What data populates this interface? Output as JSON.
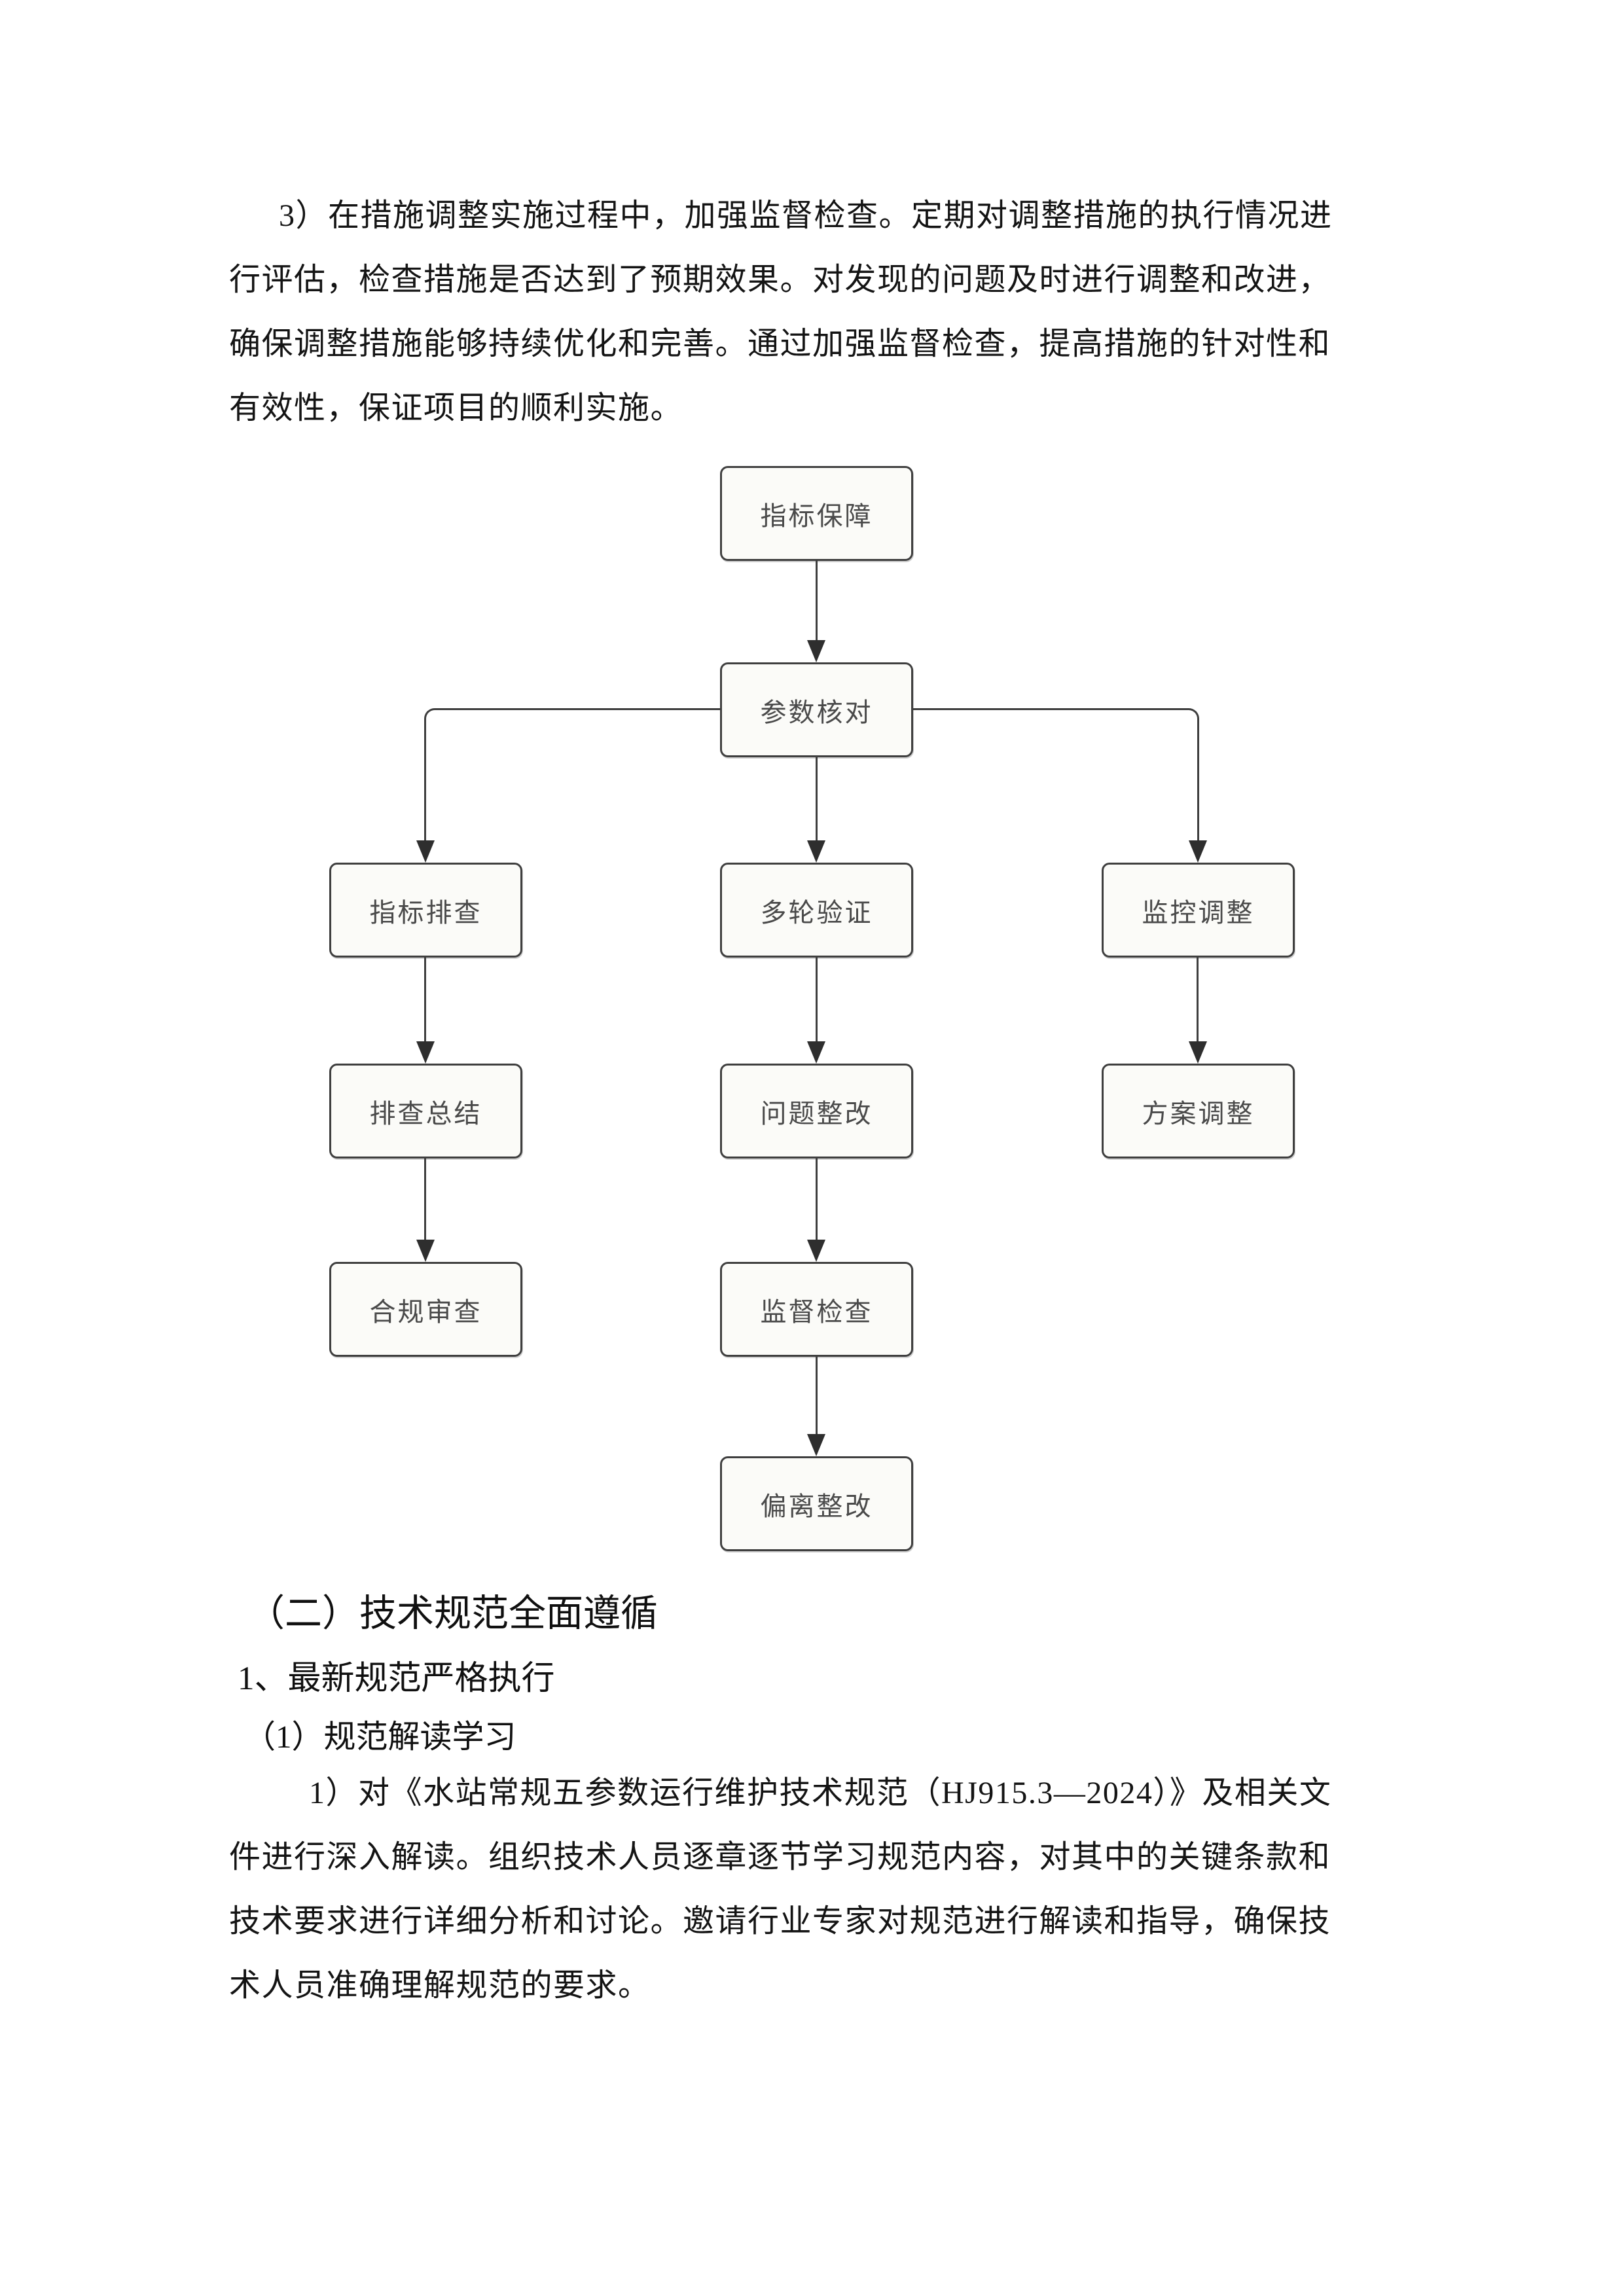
{
  "document": {
    "paragraph_top": {
      "lines": [
        "3）在措施调整实施过程中，加强监督检查。定期对调整措施的执行情况进",
        "行评估，检查措施是否达到了预期效果。对发现的问题及时进行调整和改进，",
        "确保调整措施能够持续优化和完善。通过加强监督检查，提高措施的针对性和",
        "有效性，保证项目的顺利实施。"
      ]
    },
    "flowchart": {
      "nodes": [
        {
          "label": "指标保障"
        },
        {
          "label": "参数核对"
        },
        {
          "label": "指标排查"
        },
        {
          "label": "多轮验证"
        },
        {
          "label": "监控调整"
        },
        {
          "label": "排查总结"
        },
        {
          "label": "问题整改"
        },
        {
          "label": "方案调整"
        },
        {
          "label": "合规审查"
        },
        {
          "label": "监督检查"
        },
        {
          "label": "偏离整改"
        }
      ],
      "edges": [
        {
          "from": "指标保障",
          "to": "参数核对"
        },
        {
          "from": "参数核对",
          "to": "指标排查"
        },
        {
          "from": "参数核对",
          "to": "多轮验证"
        },
        {
          "from": "参数核对",
          "to": "监控调整"
        },
        {
          "from": "指标排查",
          "to": "排查总结"
        },
        {
          "from": "排查总结",
          "to": "合规审查"
        },
        {
          "from": "多轮验证",
          "to": "问题整改"
        },
        {
          "from": "问题整改",
          "to": "监督检查"
        },
        {
          "from": "监督检查",
          "to": "偏离整改"
        },
        {
          "from": "监控调整",
          "to": "方案调整"
        }
      ],
      "colors": {
        "node_border": "#3f3f3f",
        "node_fill": "#fbfbf8",
        "node_text": "#4a4a4a",
        "connector": "#3f3f3f"
      }
    },
    "section_heading": "（二）技术规范全面遵循",
    "sub_heading_1": "1、最新规范严格执行",
    "sub_heading_2": "（1）规范解读学习",
    "paragraph_bottom": {
      "lines": [
        "1）对《水站常规五参数运行维护技术规范（HJ915.3—2024）》及相关文",
        "件进行深入解读。组织技术人员逐章逐节学习规范内容，对其中的关键条款和",
        "技术要求进行详细分析和讨论。邀请行业专家对规范进行解读和指导，确保技",
        "术人员准确理解规范的要求。"
      ]
    }
  }
}
